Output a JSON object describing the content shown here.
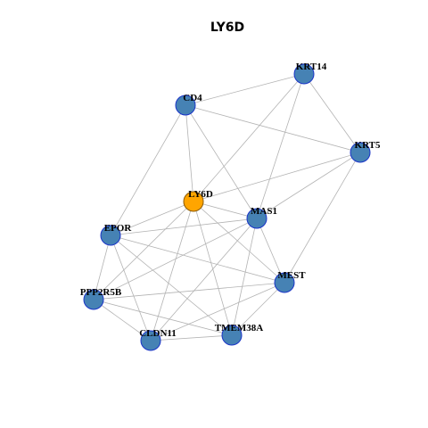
{
  "title": "LY6D",
  "colors": {
    "background": "#ffffff",
    "edge": "#b3b3b3",
    "node_fill": "#4682b4",
    "node_stroke": "#1a34c8",
    "hub_fill": "#ffa500",
    "hub_stroke": "#8b5a00"
  },
  "nodes": [
    {
      "id": "LY6D",
      "label": "LY6D",
      "hub": true
    },
    {
      "id": "KRT14",
      "label": "KRT14"
    },
    {
      "id": "CD4",
      "label": "CD4"
    },
    {
      "id": "KRT5",
      "label": "KRT5"
    },
    {
      "id": "MAS1",
      "label": "MAS1"
    },
    {
      "id": "EPOR",
      "label": "EPOR"
    },
    {
      "id": "MEST",
      "label": "MEST"
    },
    {
      "id": "PPP2R5B",
      "label": "PPP2R5B"
    },
    {
      "id": "TMEM38A",
      "label": "TMEM38A"
    },
    {
      "id": "CLDN11",
      "label": "CLDN11"
    }
  ],
  "edges": [
    [
      "CD4",
      "KRT14"
    ],
    [
      "CD4",
      "KRT5"
    ],
    [
      "CD4",
      "LY6D"
    ],
    [
      "CD4",
      "MAS1"
    ],
    [
      "CD4",
      "EPOR"
    ],
    [
      "KRT14",
      "KRT5"
    ],
    [
      "KRT14",
      "LY6D"
    ],
    [
      "KRT14",
      "MAS1"
    ],
    [
      "KRT5",
      "LY6D"
    ],
    [
      "KRT5",
      "MAS1"
    ],
    [
      "KRT5",
      "MEST"
    ],
    [
      "LY6D",
      "MAS1"
    ],
    [
      "LY6D",
      "EPOR"
    ],
    [
      "LY6D",
      "PPP2R5B"
    ],
    [
      "LY6D",
      "CLDN11"
    ],
    [
      "LY6D",
      "TMEM38A"
    ],
    [
      "LY6D",
      "MEST"
    ],
    [
      "MAS1",
      "EPOR"
    ],
    [
      "MAS1",
      "MEST"
    ],
    [
      "MAS1",
      "PPP2R5B"
    ],
    [
      "MAS1",
      "CLDN11"
    ],
    [
      "MAS1",
      "TMEM38A"
    ],
    [
      "EPOR",
      "MEST"
    ],
    [
      "EPOR",
      "PPP2R5B"
    ],
    [
      "EPOR",
      "CLDN11"
    ],
    [
      "EPOR",
      "TMEM38A"
    ],
    [
      "MEST",
      "PPP2R5B"
    ],
    [
      "MEST",
      "CLDN11"
    ],
    [
      "MEST",
      "TMEM38A"
    ],
    [
      "PPP2R5B",
      "CLDN11"
    ],
    [
      "PPP2R5B",
      "TMEM38A"
    ],
    [
      "CLDN11",
      "TMEM38A"
    ]
  ]
}
